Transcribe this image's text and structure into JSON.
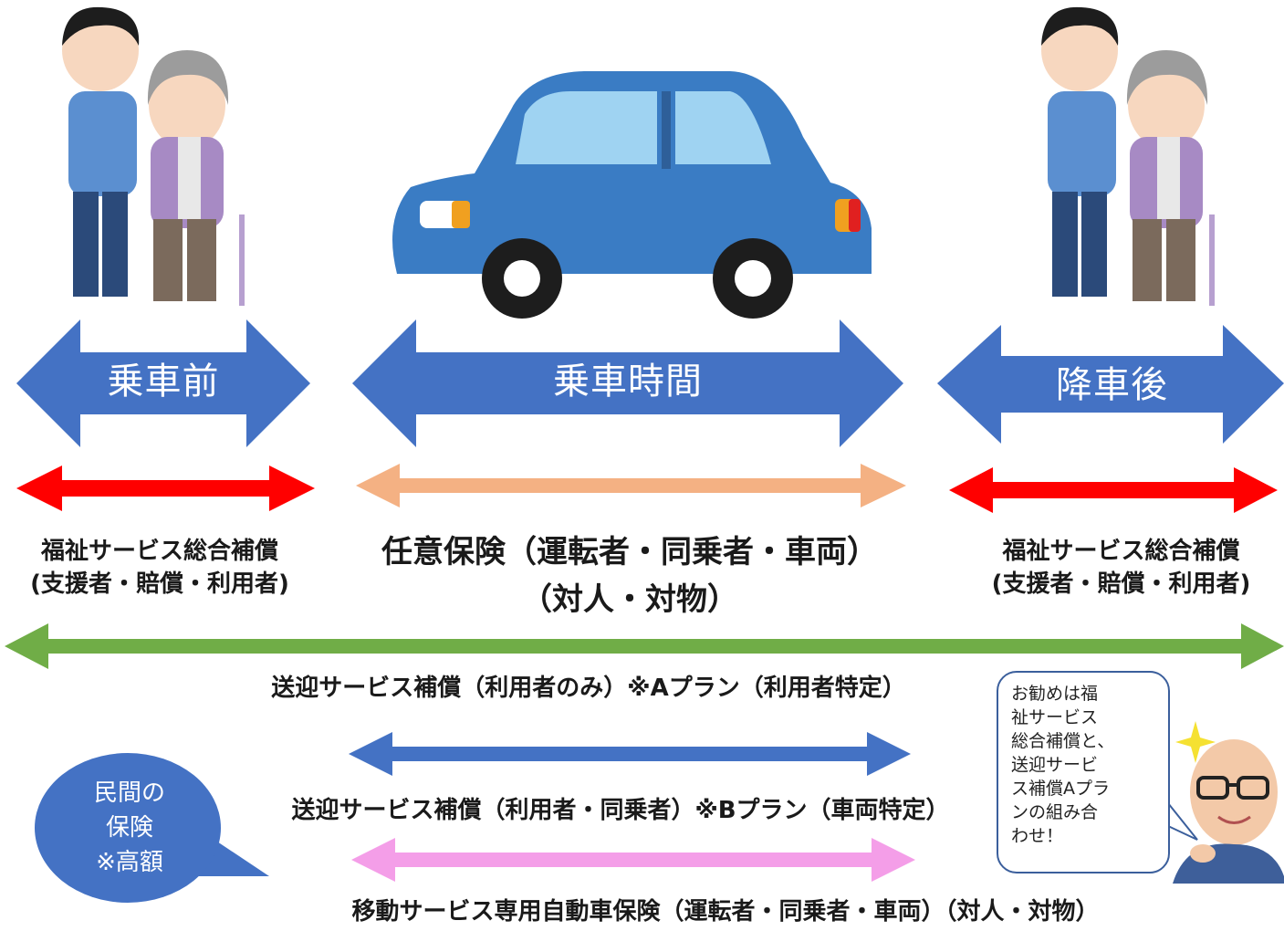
{
  "phases": {
    "before": "乗車前",
    "during": "乗車時間",
    "after": "降車後"
  },
  "coverage": {
    "left_line1": "福祉サービス総合補償",
    "left_line2": "(支援者・賠償・利用者)",
    "center_line1": "任意保険（運転者・同乗者・車両）",
    "center_line2": "（対人・対物）",
    "right_line1": "福祉サービス総合補償",
    "right_line2": "(支援者・賠償・利用者)"
  },
  "plans": {
    "plan_a": "送迎サービス補償（利用者のみ）※Aプラン（利用者特定）",
    "plan_b": "送迎サービス補償（利用者・同乗者）※Bプラン（車両特定）",
    "dedicated": "移動サービス専用自動車保険（運転者・同乗者・車両）（対人・対物）"
  },
  "bubble": {
    "line1": "民間の",
    "line2": "保険",
    "line3": "※高額"
  },
  "recommendation": {
    "line1": "お勧めは福",
    "line2": "祉サービス",
    "line3": "総合補償と、",
    "line4": "送迎サービ",
    "line5": "ス補償Aプラ",
    "line6": "ンの組み合",
    "line7": "わせ！"
  },
  "colors": {
    "phase_arrow": "#4472c4",
    "red_arrow": "#ff0000",
    "peach_arrow": "#f4b183",
    "green_arrow": "#70ad47",
    "blue_arrow": "#4472c4",
    "pink_arrow": "#f49ee8"
  }
}
